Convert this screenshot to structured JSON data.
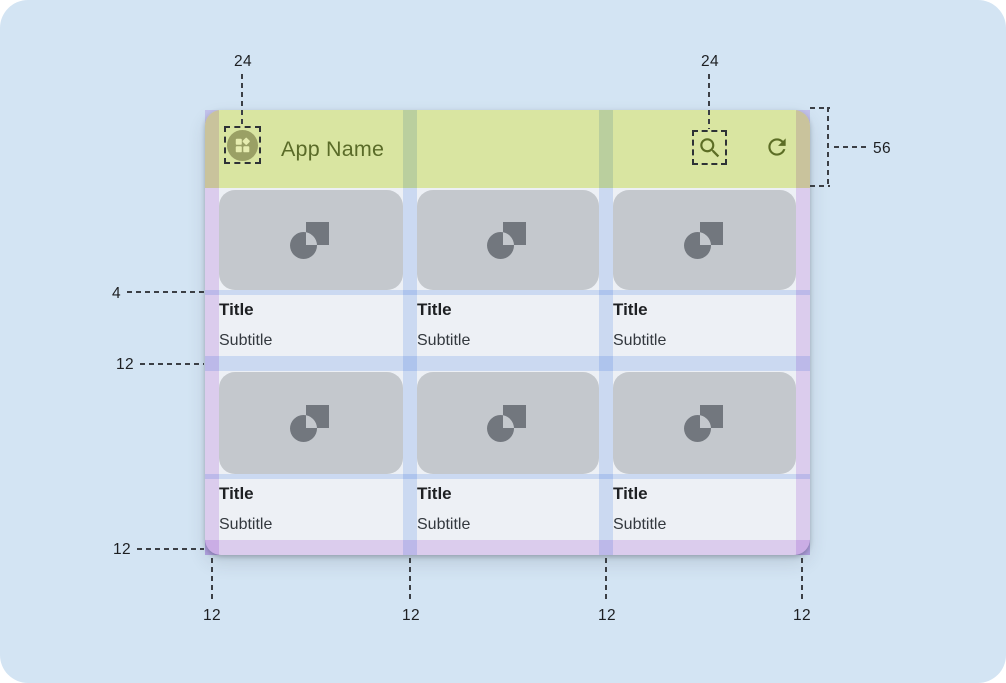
{
  "appbar": {
    "title": "App Name"
  },
  "cards": [
    {
      "title": "Title",
      "subtitle": "Subtitle"
    },
    {
      "title": "Title",
      "subtitle": "Subtitle"
    },
    {
      "title": "Title",
      "subtitle": "Subtitle"
    },
    {
      "title": "Title",
      "subtitle": "Subtitle"
    },
    {
      "title": "Title",
      "subtitle": "Subtitle"
    },
    {
      "title": "Title",
      "subtitle": "Subtitle"
    }
  ],
  "measurements": {
    "app_icon_size": "24",
    "action_icon_size": "24",
    "appbar_height": "56",
    "image_text_gap": "4",
    "row_spacing": "12",
    "bottom_margin": "12",
    "column_labels": [
      "12",
      "12",
      "12",
      "12"
    ]
  },
  "icons": {
    "app_logo": "dashboard-grid-icon",
    "search": "magnifier-icon",
    "refresh": "circular-arrow-icon",
    "image_placeholder": "circle-square-placeholder-icon"
  },
  "colors": {
    "canvas_bg": "#d3e4f3",
    "appbar_green": "#d9e5a1",
    "accent_olive": "#5c6d25",
    "surface": "#edf0f5",
    "image_placeholder_gray": "#c4c8cd",
    "placeholder_icon_gray": "#72777e",
    "margin_overlay_purple": "#ecd9f7",
    "gutter_overlay_blue": "#dbe7fb",
    "app_circle_olive": "#9aa065"
  }
}
